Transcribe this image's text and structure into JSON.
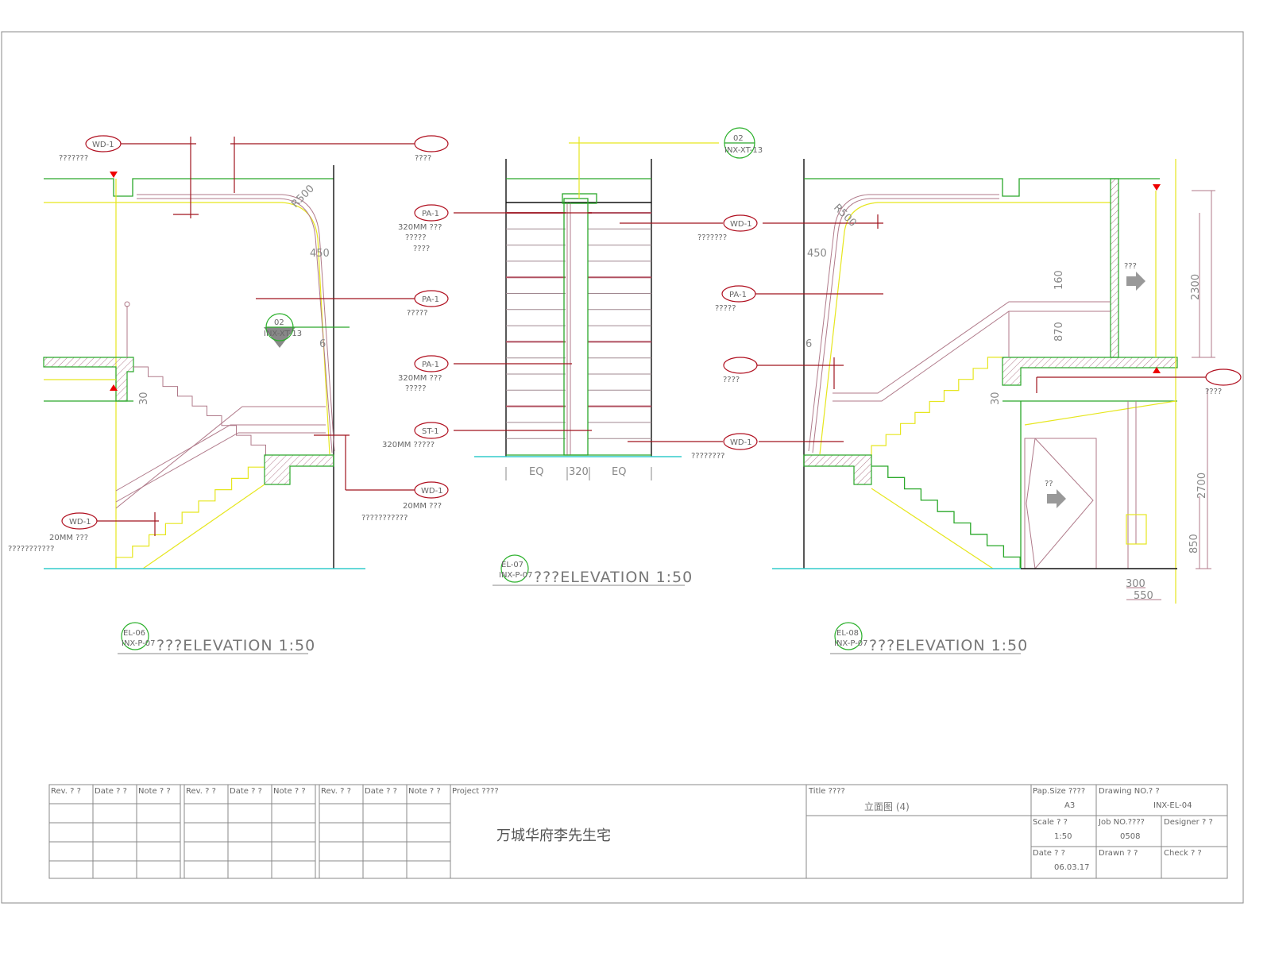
{
  "colors": {
    "annotation": "#a0141e",
    "structure": "#2aa82a",
    "guide": "#e6e61e",
    "floor": "#33cccc"
  },
  "left_elevation": {
    "callouts": [
      {
        "tag": "WD-1",
        "notes": [
          "???????"
        ]
      },
      {
        "tag": "",
        "notes": [
          "????"
        ]
      },
      {
        "tag": "WD-1",
        "notes": [
          "20MM ???",
          "???????????"
        ]
      },
      {
        "tag": "WD-1",
        "notes": [
          "20MM ???",
          "???????????"
        ]
      }
    ],
    "dims": {
      "radius": "R500",
      "offset": "450",
      "gap": "6",
      "step": "30"
    },
    "section_mark": {
      "num": "02",
      "ref": "INX-XT-13"
    },
    "title": {
      "num": "EL-06",
      "ref": "INX-P-07",
      "label": "???ELEVATION  1:50"
    }
  },
  "center_elevation": {
    "callouts": [
      {
        "tag": "PA-1",
        "notes": [
          "320MM ???",
          "?????",
          "????"
        ]
      },
      {
        "tag": "PA-1",
        "notes": [
          "?????"
        ]
      },
      {
        "tag": "PA-1",
        "notes": [
          "320MM ???",
          "?????"
        ]
      },
      {
        "tag": "ST-1",
        "notes": [
          "320MM ?????"
        ]
      }
    ],
    "section_mark": {
      "num": "02",
      "ref": "INX-XT-13"
    },
    "dims": [
      "EQ",
      "320",
      "EQ"
    ],
    "title": {
      "num": "EL-07",
      "ref": "INX-P-07",
      "label": "???ELEVATION  1:50"
    }
  },
  "right_elevation": {
    "callouts": [
      {
        "tag": "WD-1",
        "notes": [
          "???????"
        ]
      },
      {
        "tag": "PA-1",
        "notes": [
          "?????"
        ]
      },
      {
        "tag": "",
        "notes": [
          "????"
        ]
      },
      {
        "tag": "WD-1",
        "notes": [
          "????????"
        ]
      },
      {
        "tag": "",
        "notes": [
          "????"
        ]
      }
    ],
    "dims": {
      "radius": "R500",
      "offset": "450",
      "gap": "6",
      "rail_top": "160",
      "rail_height": "870",
      "step": "30",
      "upper": "2300",
      "lower": "2700",
      "sill": "850",
      "w1": "300",
      "w2": "550"
    },
    "labels": {
      "upper_room": "???",
      "door": "??"
    },
    "title": {
      "num": "EL-08",
      "ref": "INX-P-07",
      "label": "???ELEVATION  1:50"
    }
  },
  "title_block": {
    "rev_headers": [
      "Rev. ? ?",
      "Date ? ?",
      "Note ? ?"
    ],
    "project_label": "Project ????",
    "project_name": "万城华府李先生宅",
    "title_label": "Title ????",
    "title_value": "立面图 (4)",
    "paper_size_label": "Pap.Size ????",
    "paper_size": "A3",
    "drawing_no_label": "Drawing NO.? ?",
    "drawing_no": "INX-EL-04",
    "scale_label": "Scale ? ?",
    "scale": "1:50",
    "job_no_label": "Job NO.????",
    "job_no": "0508",
    "designer_label": "Designer ? ?",
    "date_label": "Date ? ?",
    "date": "06.03.17",
    "drawn_label": "Drawn ? ?",
    "check_label": "Check ? ?"
  }
}
